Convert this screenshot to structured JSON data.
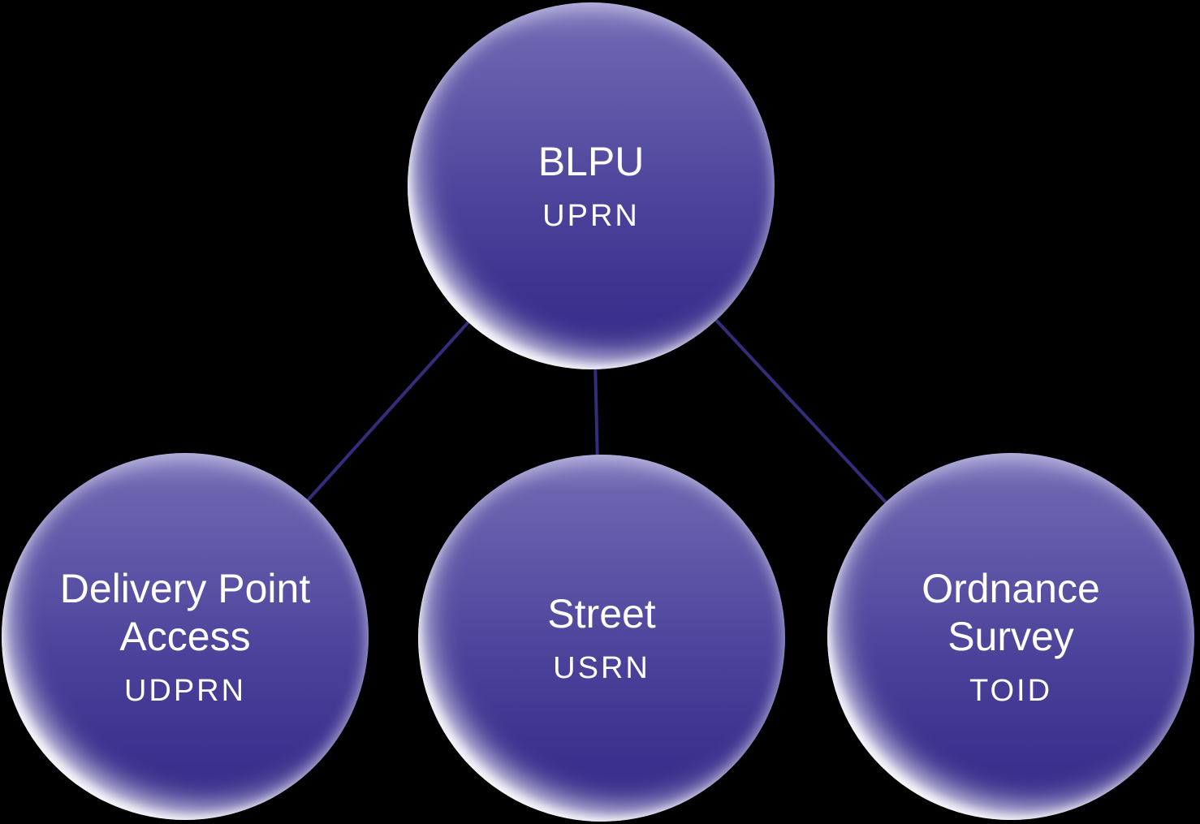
{
  "diagram": {
    "type": "hierarchy",
    "colors": {
      "background": "#000000",
      "bubble_gradient_top": "#8a84c4",
      "bubble_gradient_bottom": "#372e8b",
      "connector": "#332e7b",
      "text": "#ffffff"
    },
    "nodes": [
      {
        "id": "blpu",
        "role": "root",
        "label": "BLPU",
        "sublabel": "UPRN"
      },
      {
        "id": "delivery-point-access",
        "role": "child",
        "label": "Delivery Point Access",
        "sublabel": "UDPRN"
      },
      {
        "id": "street",
        "role": "child",
        "label": "Street",
        "sublabel": "USRN"
      },
      {
        "id": "ordnance-survey",
        "role": "child",
        "label": "Ordnance Survey",
        "sublabel": "TOID"
      }
    ],
    "edges": [
      {
        "from": "blpu",
        "to": "delivery-point-access"
      },
      {
        "from": "blpu",
        "to": "street"
      },
      {
        "from": "blpu",
        "to": "ordnance-survey"
      }
    ]
  }
}
